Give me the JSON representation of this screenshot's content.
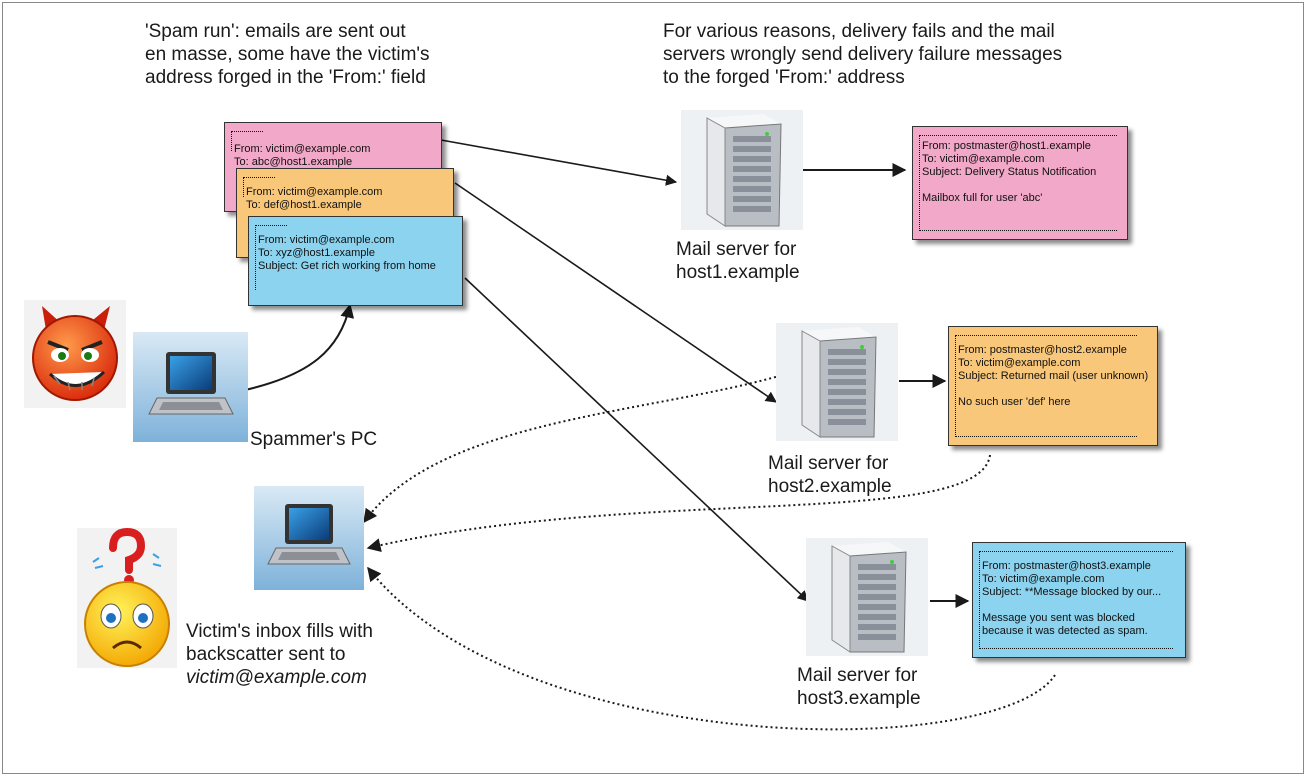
{
  "captions": {
    "spam_run": [
      "'Spam run': emails are sent out",
      "en masse, some have the victim's",
      "address forged in the 'From:' field"
    ],
    "failures": [
      "For various reasons, delivery fails and the mail",
      "servers wrongly send delivery failure messages",
      "to the forged 'From:' address"
    ],
    "spammer_pc": "Spammer's PC",
    "victim_line1": "Victim's inbox fills with",
    "victim_line2": "backscatter sent to",
    "victim_email": "victim@example.com"
  },
  "spam_emails": [
    {
      "from": "From: victim@example.com",
      "to": "To: abc@host1.example",
      "color": "#f2a8c8"
    },
    {
      "from": "From: victim@example.com",
      "to": "To: def@host1.example",
      "color": "#f9c77a"
    },
    {
      "from": "From: victim@example.com",
      "to": "To: xyz@host1.example",
      "subject": "Subject: Get rich working from home",
      "color": "#8cd3ef"
    }
  ],
  "servers": [
    {
      "line1": "Mail server for",
      "line2": "host1.example"
    },
    {
      "line1": "Mail server for",
      "line2": "host2.example"
    },
    {
      "line1": "Mail server for",
      "line2": "host3.example"
    }
  ],
  "notices": [
    {
      "from": "From: postmaster@host1.example",
      "to": "To: victim@example.com",
      "subject": "Subject: Delivery Status Notification",
      "body": "Mailbox full for user 'abc'",
      "color": "#f2a8c8"
    },
    {
      "from": "From: postmaster@host2.example",
      "to": "To: victim@example.com",
      "subject": "Subject: Returned mail (user unknown)",
      "body": "No such user 'def' here",
      "color": "#f9c77a"
    },
    {
      "from": "From: postmaster@host3.example",
      "to": "To: victim@example.com",
      "subject": "Subject: **Message blocked by our...",
      "body": "Message you sent was blocked",
      "body2": "because it was detected as spam.",
      "color": "#8cd3ef"
    }
  ],
  "icons": [
    "devil-face-icon",
    "laptop-icon",
    "server-icon",
    "confused-face-icon",
    "question-mark-icon"
  ]
}
